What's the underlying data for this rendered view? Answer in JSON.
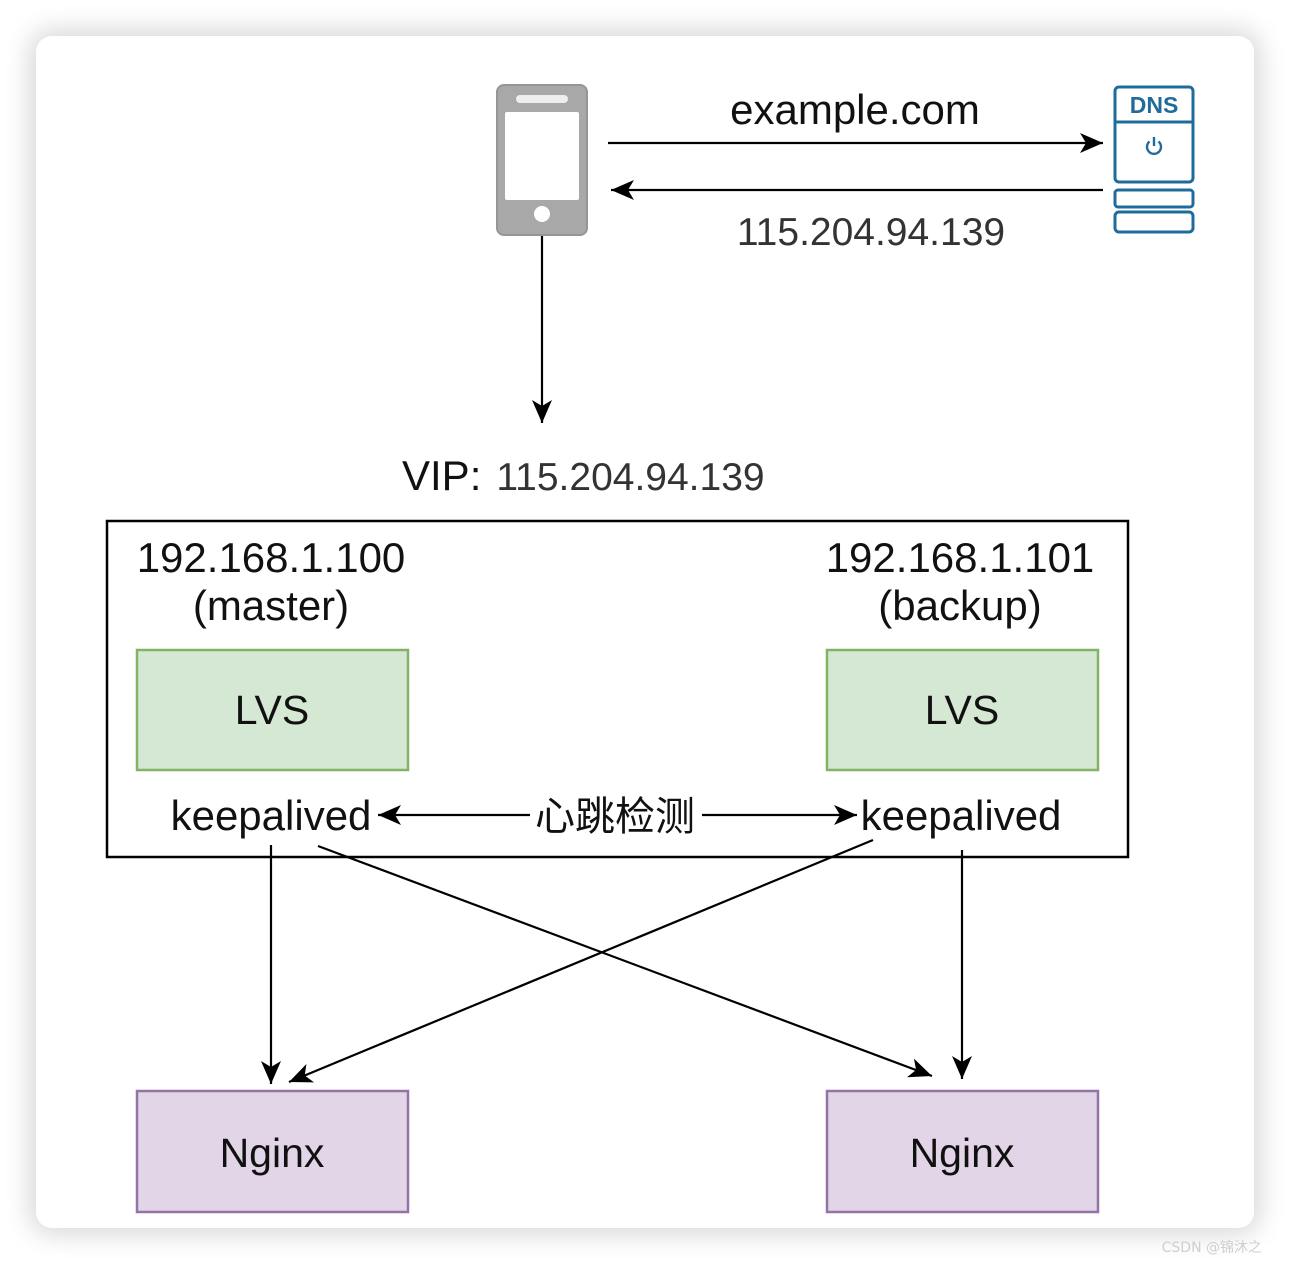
{
  "client": {
    "icon": "mobile-phone-icon"
  },
  "dns": {
    "icon": "dns-server-icon",
    "label": "DNS"
  },
  "dns_query": {
    "label": "example.com"
  },
  "dns_response": {
    "label": "115.204.94.139"
  },
  "vip": {
    "prefix": "VIP:",
    "address": "115.204.94.139"
  },
  "master": {
    "ip": "192.168.1.100",
    "role": "(master)",
    "lvs": "LVS",
    "keepalived": "keepalived"
  },
  "backup": {
    "ip": "192.168.1.101",
    "role": "(backup)",
    "lvs": "LVS",
    "keepalived": "keepalived"
  },
  "heartbeat": {
    "label": "心跳检测"
  },
  "nginx": [
    {
      "label": "Nginx"
    },
    {
      "label": "Nginx"
    }
  ],
  "watermark": "CSDN @锦沐之",
  "colors": {
    "lvs_fill": "#d5e8d4",
    "lvs_stroke": "#82b366",
    "nginx_fill": "#e1d5e7",
    "nginx_stroke": "#9673a6",
    "dns_blue": "#1f6c9c",
    "phone_gray": "#a8a8a8"
  }
}
